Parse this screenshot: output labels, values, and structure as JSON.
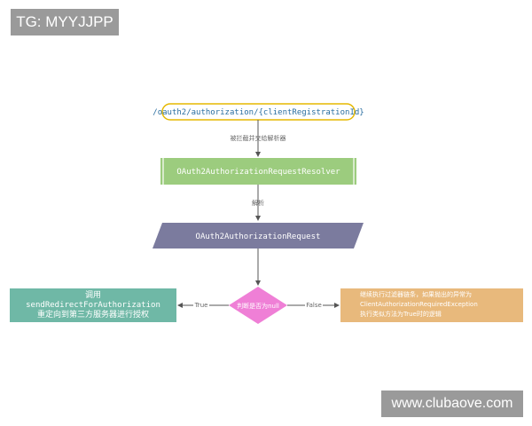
{
  "watermarks": {
    "top_left": "TG: MYYJJPP",
    "bottom_right": "www.clubaove.com"
  },
  "flow": {
    "start": "/oauth2/authorization/{clientRegistrationId}",
    "edge1": "被拦截并交给解析器",
    "resolver": "OAuth2AuthorizationRequestResolver",
    "edge2": "解析",
    "request": "OAuth2AuthorizationRequest",
    "decision": "判断是否为null",
    "true_label": "True",
    "false_label": "False",
    "left_box": {
      "line1": "调用",
      "line2": "sendRedirectForAuthorization",
      "line3": "重定向到第三方服务器进行授权"
    },
    "right_box": {
      "line1": "继续执行过滤器链条，如果抛出的异常为",
      "line2": "ClientAuthorizationRequiredException",
      "line3": "执行类似方法为True时的逻辑"
    }
  },
  "colors": {
    "start_border": "#e6b800",
    "resolver_fill": "#9ccc7e",
    "request_fill": "#7b7b9e",
    "decision_fill": "#ef7fd6",
    "left_fill": "#6fb8a6",
    "right_fill": "#e8b97c"
  }
}
